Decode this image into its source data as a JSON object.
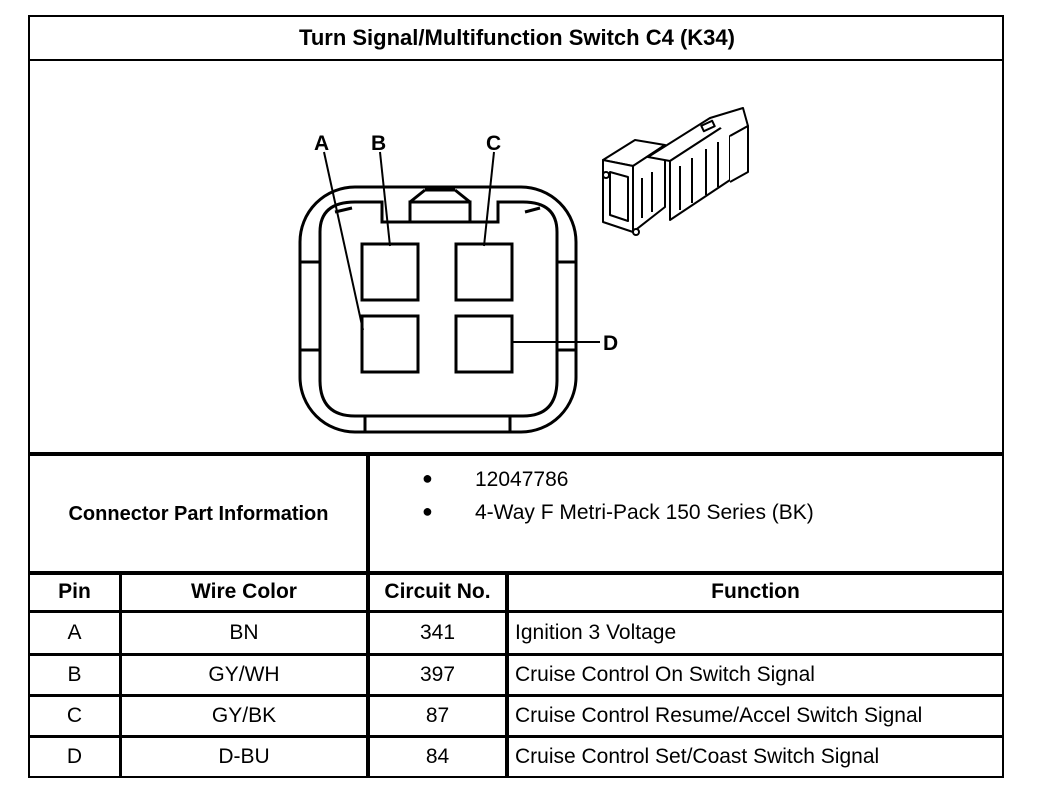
{
  "title": "Turn Signal/Multifunction Switch C4 (K34)",
  "diagram": {
    "pin_labels": [
      "A",
      "B",
      "C",
      "D"
    ]
  },
  "connector_info": {
    "label": "Connector Part Information",
    "items": [
      "12047786",
      "4-Way F Metri-Pack 150 Series (BK)"
    ]
  },
  "table": {
    "headers": [
      "Pin",
      "Wire Color",
      "Circuit No.",
      "Function"
    ],
    "rows": [
      [
        "A",
        "BN",
        "341",
        "Ignition 3 Voltage"
      ],
      [
        "B",
        "GY/WH",
        "397",
        "Cruise Control On Switch Signal"
      ],
      [
        "C",
        "GY/BK",
        "87",
        "Cruise Control Resume/Accel Switch Signal"
      ],
      [
        "D",
        "D-BU",
        "84",
        "Cruise Control Set/Coast Switch Signal"
      ]
    ]
  }
}
